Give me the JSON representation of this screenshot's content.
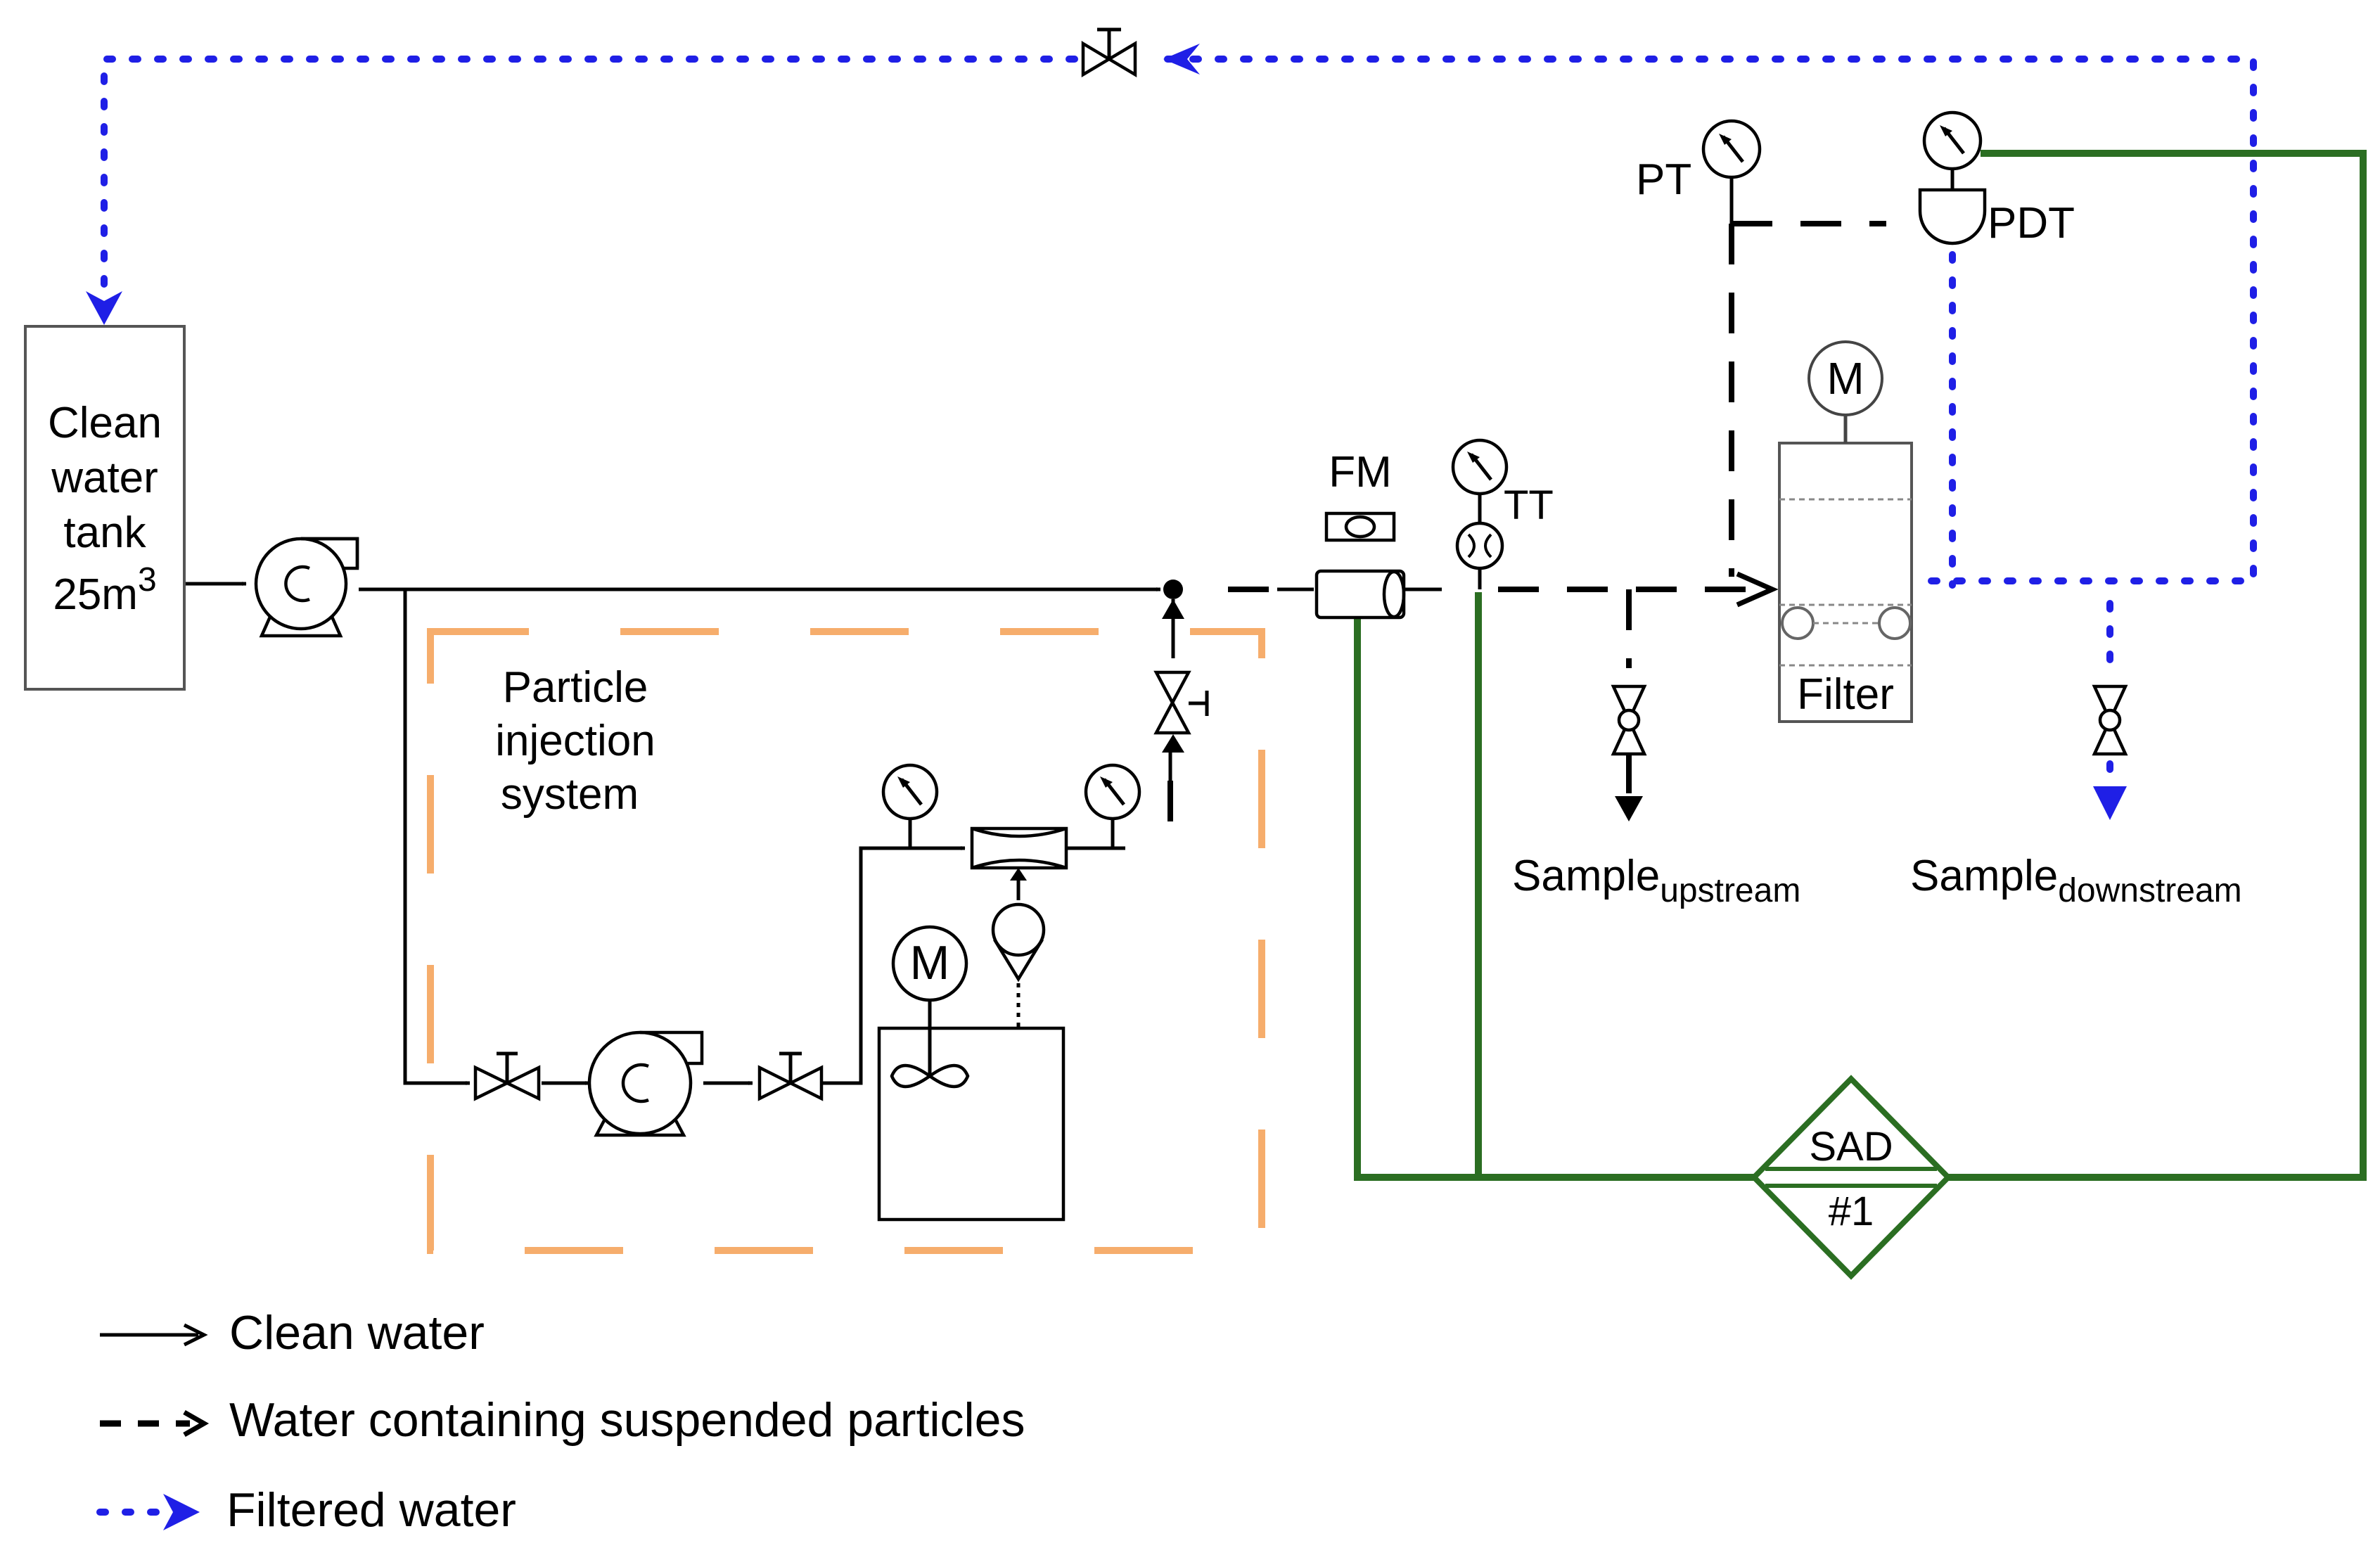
{
  "labels": {
    "tank_line1": "Clean",
    "tank_line2": "water",
    "tank_line3": "tank",
    "tank_volume": "25m",
    "tank_volume_sup": "3",
    "injection_line1": "Particle",
    "injection_line2": "injection",
    "injection_line3": "system",
    "fm": "FM",
    "tt": "TT",
    "pt": "PT",
    "pdt": "PDT",
    "motor_filter": "M",
    "motor_mixer": "M",
    "filter": "Filter",
    "sample_up": "Sample",
    "sample_up_sub": "upstream",
    "sample_down": "Sample",
    "sample_down_sub": "downstream",
    "sad_top": "SAD",
    "sad_bottom": "#1"
  },
  "legend": {
    "clean_water": "Clean water",
    "suspended": "Water containing suspended particles",
    "filtered": "Filtered water"
  },
  "colors": {
    "filtered_line": "#1f1fe6",
    "sad_line": "#2b6e22",
    "injection_boundary": "#f6ad6c"
  }
}
